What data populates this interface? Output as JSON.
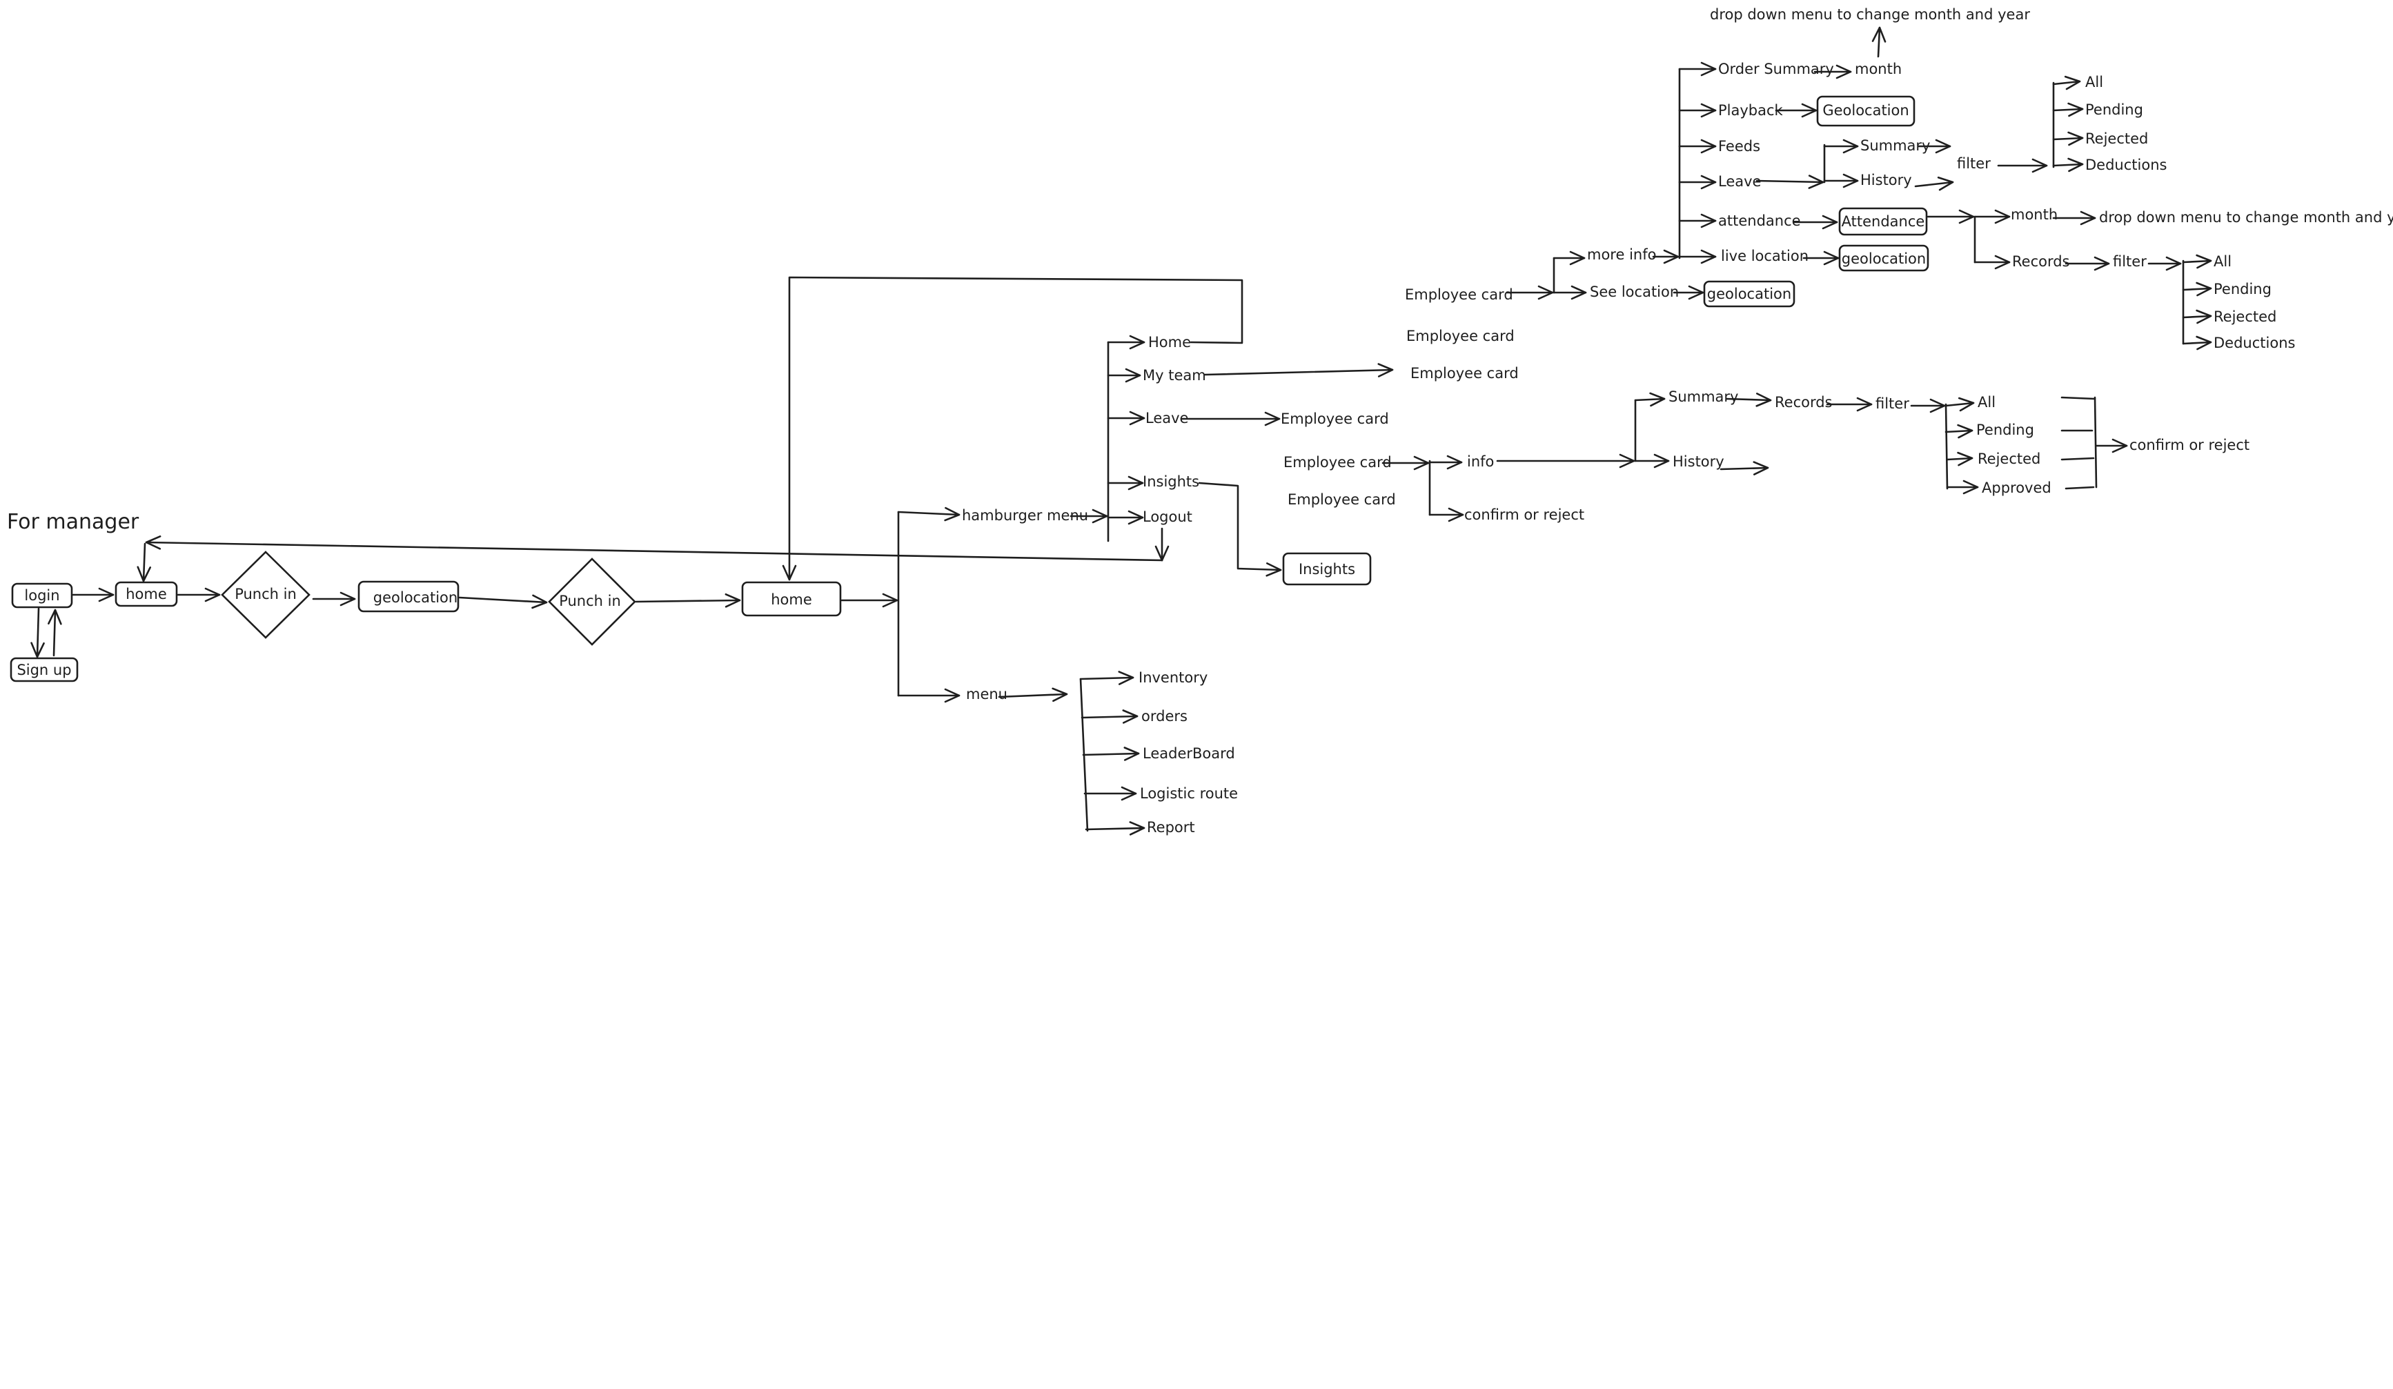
{
  "title": "For manager",
  "nodes": {
    "login": "login",
    "signup": "Sign up",
    "home_small": "home",
    "punch_in": "Punch in",
    "geolocation_main": "geolocation",
    "home_main": "home",
    "hamburger_menu": "hamburger menu",
    "menu": "menu",
    "ham_items": [
      "Home",
      "My team",
      "Leave",
      "Insights",
      "Logout"
    ],
    "menu_items": [
      "Inventory",
      "orders",
      "LeaderBoard",
      "Logistic route",
      "Report"
    ],
    "insights_box": "Insights",
    "employee_card": "Employee card",
    "info": "info",
    "confirm_or_reject": "confirm or reject",
    "summary": "Summary",
    "records": "Records",
    "history": "History",
    "filter": "filter",
    "filter_options_approved": [
      "All",
      "Pending",
      "Rejected",
      "Approved"
    ],
    "filter_options_deductions": [
      "All",
      "Pending",
      "Rejected",
      "Deductions"
    ],
    "more_info": "more info",
    "see_location": "See location",
    "geolocation": "geolocation",
    "geolocation_cap": "Geolocation",
    "attendance_box": "Attendance",
    "more_info_items": [
      "Order Summary",
      "Playback",
      "Feeds",
      "Leave",
      "attendance",
      "live location"
    ],
    "month": "month",
    "dropdown_note": "drop down menu to change month and year"
  },
  "colors": {
    "stroke": "#1e1e1e",
    "background": "#ffffff"
  }
}
